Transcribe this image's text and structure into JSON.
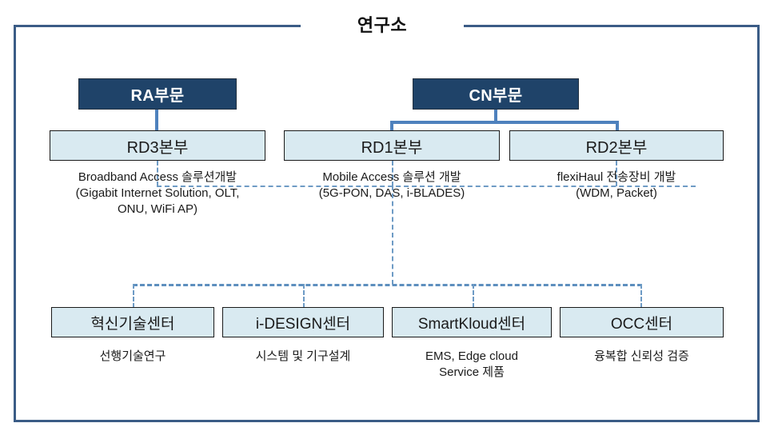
{
  "diagram": {
    "title": "연구소",
    "type": "organization-chart",
    "colors": {
      "frame_border": "#3B5C86",
      "division_fill": "#1F4369",
      "division_text": "#FFFFFF",
      "unit_fill": "#D9EAF1",
      "unit_border": "#1A1A1A",
      "connector_solid": "#4E81BD",
      "connector_dashed": "#6E9BC5",
      "background": "#FFFFFF",
      "caption_text": "#1A1A1A"
    }
  },
  "divisions": [
    {
      "id": "ra",
      "label": "RA부문"
    },
    {
      "id": "cn",
      "label": "CN부문"
    }
  ],
  "units": [
    {
      "id": "rd3",
      "label": "RD3본부",
      "parent": "RA부문",
      "caption": "Broadband Access 솔루션개발\n(Gigabit Internet Solution, OLT,\nONU, WiFi AP)"
    },
    {
      "id": "rd1",
      "label": "RD1본부",
      "parent": "CN부문",
      "caption": "Mobile Access 솔루션 개발\n(5G-PON, DAS, i-BLADES)"
    },
    {
      "id": "rd2",
      "label": "RD2본부",
      "parent": "CN부문",
      "caption": "flexiHaul 전송장비 개발\n(WDM, Packet)"
    }
  ],
  "centers": [
    {
      "id": "innovation",
      "label": "혁신기술센터",
      "caption": "선행기술연구"
    },
    {
      "id": "idesign",
      "label": "i-DESIGN센터",
      "caption": "시스템 및 기구설계"
    },
    {
      "id": "smartkloud",
      "label": "SmartKloud센터",
      "caption": "EMS,  Edge cloud\nService 제품"
    },
    {
      "id": "occ",
      "label": "OCC센터",
      "caption": "융복합 신뢰성 검증"
    }
  ]
}
